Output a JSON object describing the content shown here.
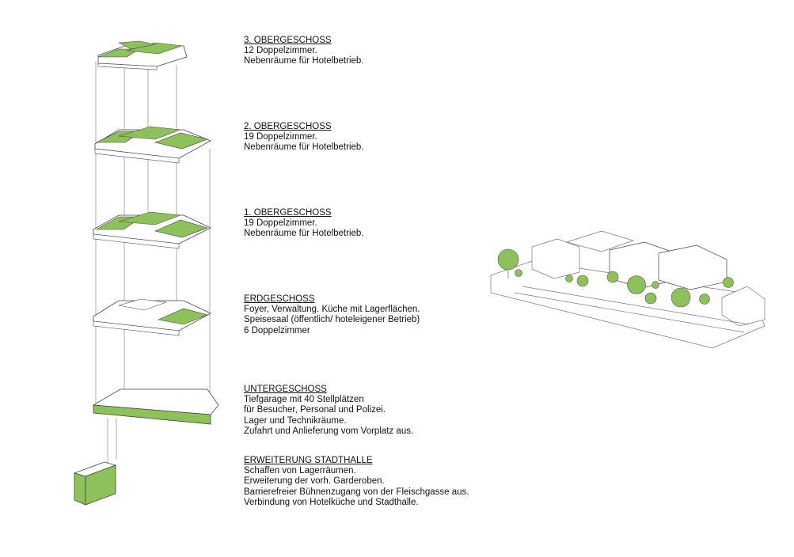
{
  "floors": [
    {
      "id": "og3",
      "title": "3. OBERGESCHOSS",
      "lines": [
        "12 Doppelzimmer.",
        "Nebenräume für Hotelbetrieb."
      ]
    },
    {
      "id": "og2",
      "title": "2. OBERGESCHOSS",
      "lines": [
        "19 Doppelzimmer.",
        "Nebenräume für Hotelbetrieb."
      ]
    },
    {
      "id": "og1",
      "title": "1. OBERGESCHOSS",
      "lines": [
        "19 Doppelzimmer.",
        "Nebenräume für Hotelbetrieb."
      ]
    },
    {
      "id": "eg",
      "title": "ERDGESCHOSS",
      "lines": [
        "Foyer, Verwaltung. Küche mit Lagerflächen.",
        "Speisesaal (öffentlich/ hoteleigener Betrieb)",
        "6 Doppelzimmer"
      ]
    },
    {
      "id": "ug",
      "title": "UNTERGESCHOSS",
      "lines": [
        "Tiefgarage mit 40 Stellplätzen",
        "für Besucher, Personal und Polizei.",
        "Lager und Technikräume.",
        "Zufahrt und Anlieferung vom Vorplatz aus."
      ]
    },
    {
      "id": "sh",
      "title": "ERWEITERUNG STADTHALLE",
      "lines": [
        "Schaffen von Lagerräumen.",
        "Erweiterung der vorh. Garderoben.",
        "Barrierefreier Bühnenzugang von der Fleischgasse aus.",
        "Verbindung von Hotelküche und Stadthalle."
      ]
    }
  ],
  "colors": {
    "green": "#8dc15a",
    "green_dark": "#6e9e41",
    "line": "#555555",
    "face": "#ffffff"
  }
}
